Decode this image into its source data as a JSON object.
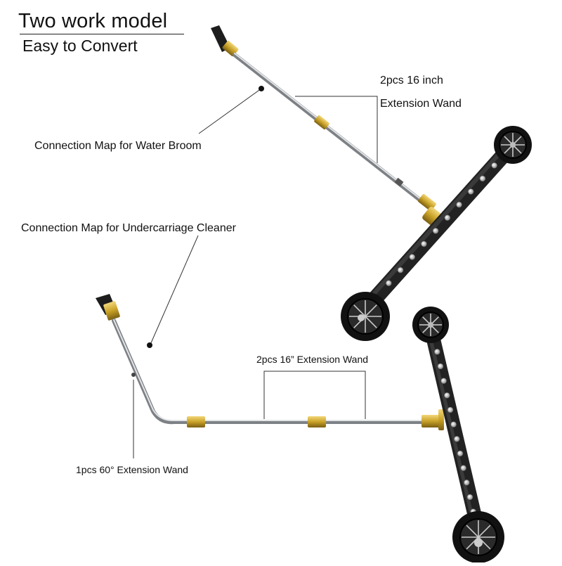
{
  "header": {
    "title": "Two work model",
    "subtitle": "Easy to Convert"
  },
  "water_broom": {
    "wand_quantity": "2pcs 16 inch",
    "wand_name": "Extension Wand",
    "map_label": "Connection Map for Water Broom"
  },
  "undercarriage": {
    "map_label": "Connection Map for Undercarriage Cleaner",
    "straight_wand_label": "2pcs 16” Extension Wand",
    "angled_wand_label": "1pcs 60° Extension Wand"
  },
  "colors": {
    "wand_steel": "#a9adb1",
    "brass_coupler": "#c9a227",
    "cleaner_bar": "#222222",
    "wheel": "#111111",
    "nozzle": "#c8c8c8",
    "leader_line": "#333333"
  }
}
